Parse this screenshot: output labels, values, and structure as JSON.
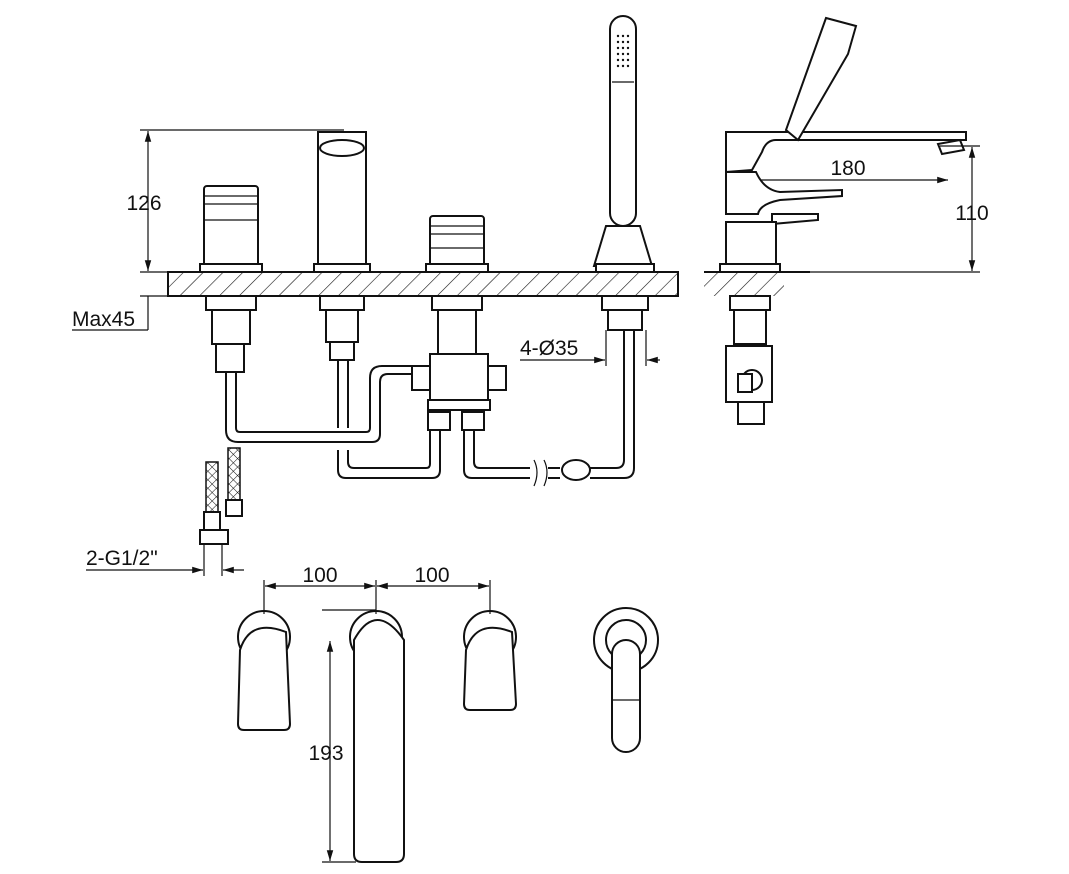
{
  "dimensions": {
    "height_total": "126",
    "max_deck": "Max45",
    "spout_reach": "180",
    "spout_height": "110",
    "hole_diameter": "4-Ø35",
    "inlet_thread": "2-G1/2\"",
    "spacing_left": "100",
    "spacing_right": "100",
    "spout_length": "193"
  }
}
